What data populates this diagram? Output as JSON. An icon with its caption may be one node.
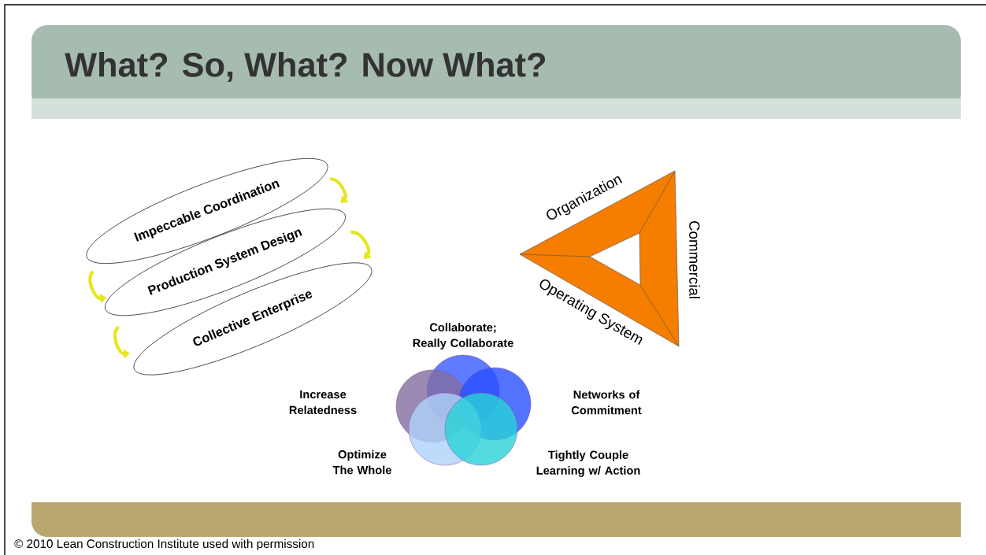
{
  "diagram": {
    "title": "What?  So, What?  Now What?",
    "nodes": [
      {
        "text": [
          "Impeccable Coordination"
        ]
      },
      {
        "text": [
          "Production System Design"
        ]
      },
      {
        "text": [
          "Collective Enterprise"
        ]
      },
      {
        "text": [
          "Organization",
          "Commercial",
          "Operating System"
        ]
      },
      {
        "text": [],
        "shape": "circle"
      },
      {
        "text": [],
        "shape": "circle"
      },
      {
        "text": [],
        "shape": "circle"
      },
      {
        "text": [],
        "shape": "circle"
      },
      {
        "text": [],
        "shape": "circle"
      }
    ],
    "edges": [
      {
        "from": 0,
        "to": 1,
        "arrow": "to"
      },
      {
        "from": 1,
        "to": 2,
        "arrow": "to"
      },
      {
        "from": 0,
        "to": 1,
        "arrow": "to"
      },
      {
        "from": 1,
        "to": 2,
        "arrow": "to"
      }
    ],
    "labels": [
      "Collaborate; Really Collaborate",
      "Increase Relatedness",
      "Networks of Commitment",
      "Optimize The Whole",
      "Tightly Couple Learning w/ Action",
      "© 2010 Lean Construction Institute used with permission"
    ]
  }
}
